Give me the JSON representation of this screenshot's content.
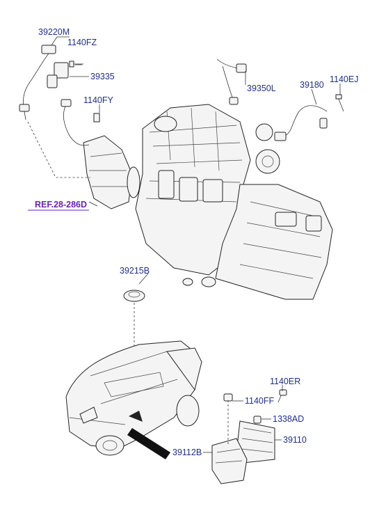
{
  "labels": {
    "p39220M": "39220M",
    "p1140FZ": "1140FZ",
    "p39335": "39335",
    "p1140FY": "1140FY",
    "p39350L": "39350L",
    "p39180": "39180",
    "p1140EJ": "1140EJ",
    "ref": "REF.28-286D",
    "p39215B": "39215B",
    "p1140ER": "1140ER",
    "p1140FF": "1140FF",
    "p1338AD": "1338AD",
    "p39110": "39110",
    "p39112B": "39112B"
  },
  "colors": {
    "label": "#1f2f86",
    "reference": "#6a22b3"
  }
}
